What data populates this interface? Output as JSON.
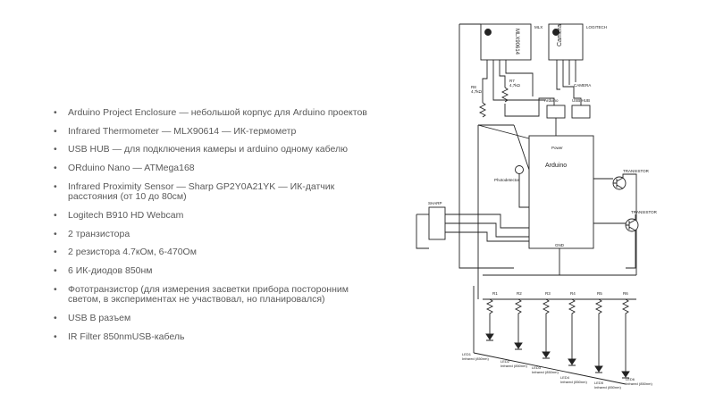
{
  "bullets": [
    "Arduino Project Enclosure — небольшой корпус для Arduino проектов",
    "Infrared Thermometer — MLX90614 — ИК-термометр",
    "USB HUB — для подключения камеры и arduino одному кабелю",
    "ORduino Nano — ATMega168",
    "Infrared Proximity Sensor — Sharp GP2Y0A21YK — ИК-датчик расстояния (от 10 до 80см)",
    "Logitech B910 HD Webcam",
    "2 транзистора",
    "2 резистора 4.7кОм, 6-470Ом",
    "6 ИК-диодов 850нм",
    "Фототранзистор (для измерения засветки прибора посторонним светом, в экспериментах не участвовал, но планировался)",
    "USB В разъем",
    "IR Filter 850nmUSB-кабель"
  ],
  "schematic": {
    "mlx_label": "MLX",
    "mlx_chip": "MLX90614",
    "logitech_label": "LOGITECH",
    "camera_chip": "Camera",
    "camera_label": "CAMERA",
    "r_left": "R8\n4,7kΩ",
    "r_right": "R7\n4,7kΩ",
    "arduino_small": "Arduino",
    "usb_hub": "USB HUB",
    "arduino_main": "Arduino",
    "power": "Power",
    "photodetector": "Photodetector",
    "transistor_1": "TRANSISTOR",
    "transistor_2": "TRANSISTOR",
    "sharp": "SHARP",
    "gnd": "GND",
    "resistors": [
      "R1",
      "R2",
      "R3",
      "R4",
      "R5",
      "R6"
    ],
    "leds": [
      "LED1\nInfrared (850nm)",
      "LED2\nInfrared (850nm)",
      "LED3\nInfrared (850nm)",
      "LED4\nInfrared (850nm)",
      "LED5\nInfrared (850nm)",
      "LED6\nInfrared (850nm)"
    ]
  }
}
